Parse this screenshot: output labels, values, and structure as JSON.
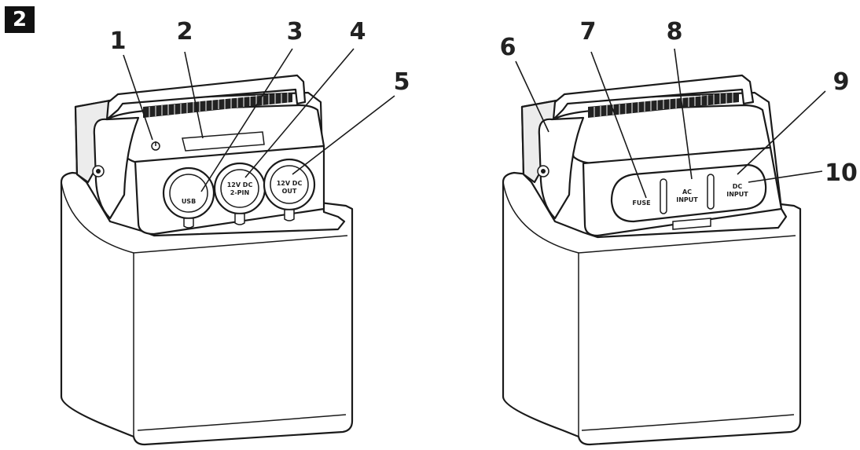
{
  "step": "2",
  "callouts": {
    "c1": "1",
    "c2": "2",
    "c3": "3",
    "c4": "4",
    "c5": "5",
    "c6": "6",
    "c7": "7",
    "c8": "8",
    "c9": "9",
    "c10": "10"
  },
  "port_labels": {
    "usb": "USB",
    "dc_2pin_l1": "12V DC",
    "dc_2pin_l2": "2-PIN",
    "dc_out_l1": "12V DC",
    "dc_out_l2": "OUT",
    "fuse": "FUSE",
    "ac_l1": "AC",
    "ac_l2": "INPUT",
    "dc_in_l1": "DC",
    "dc_in_l2": "INPUT"
  },
  "icons": {
    "power": "power-icon"
  }
}
